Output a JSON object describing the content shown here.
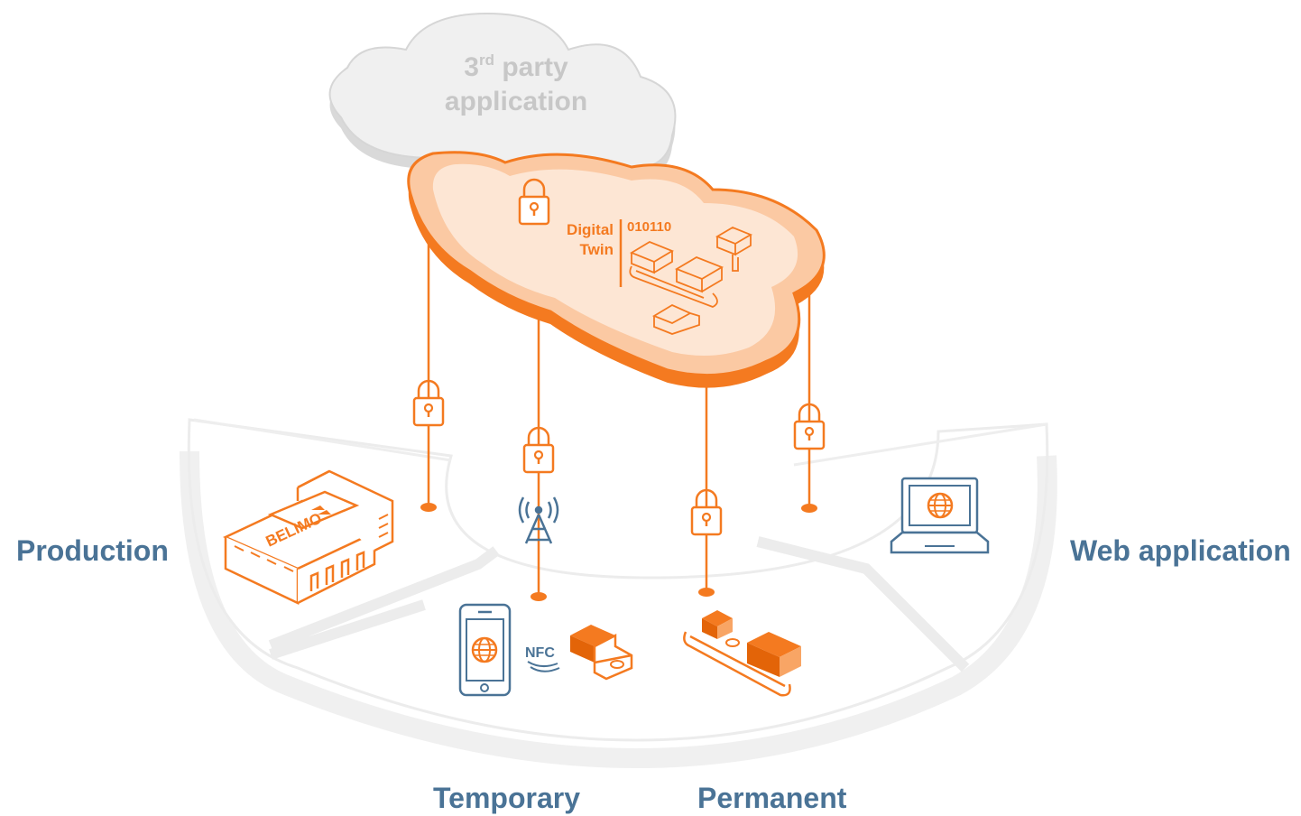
{
  "colors": {
    "orange": "#f47a20",
    "orange_light": "#fbd2b4",
    "blue_text": "#4a7396",
    "cloud_gray": "#ececec",
    "cloud_text": "#c9c9c9",
    "ring": "#eeeeee"
  },
  "third_party": {
    "line1": "3",
    "sup": "rd",
    "line1_rest": " party",
    "line2": "application"
  },
  "digital_twin": {
    "line1": "Digital",
    "line2": "Twin",
    "binary": "010110"
  },
  "sections": {
    "production": "Production",
    "temporary": "Temporary",
    "permanent": "Permanent",
    "web": "Web application"
  },
  "nfc_label": "NFC",
  "brand_logo": "BELIMO",
  "icons": [
    "lock-icon",
    "antenna-icon",
    "smartphone-icon",
    "laptop-icon",
    "globe-icon",
    "factory-icon",
    "actuator-icon",
    "nfc-icon"
  ]
}
